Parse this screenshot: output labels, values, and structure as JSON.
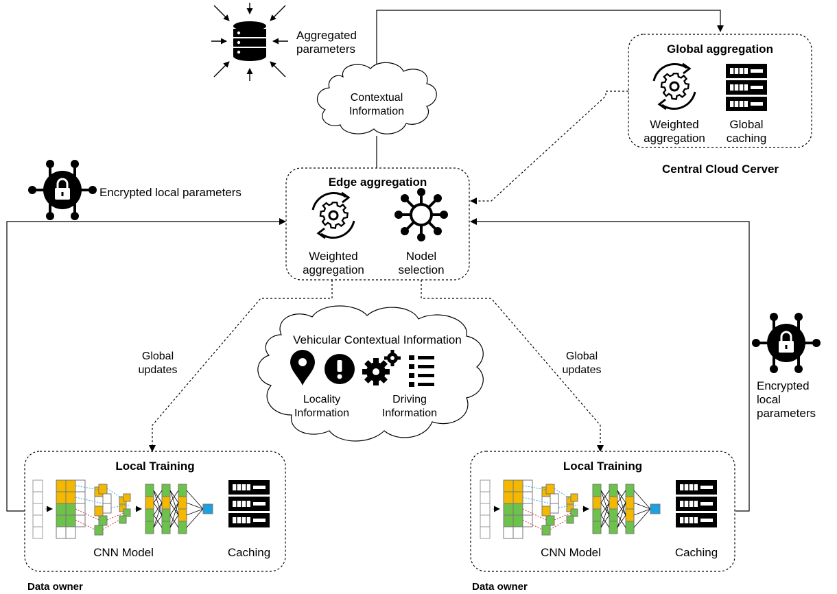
{
  "aggregated_parameters": "Aggregated\nparameters",
  "contextual_information": "Contextual\nInformation",
  "cloud": {
    "title": "Global aggregation",
    "weighted": "Weighted\naggregation",
    "caching": "Global\ncaching",
    "server_label": "Central Cloud Cerver"
  },
  "edge": {
    "title": "Edge aggregation",
    "weighted": "Weighted\naggregation",
    "node_selection": "Nodel\nselection"
  },
  "encrypted_left": "Encrypted local parameters",
  "encrypted_right": "Encrypted\nlocal\nparameters",
  "global_updates_left": "Global\nupdates",
  "global_updates_right": "Global\nupdates",
  "vehicular": {
    "title": "Vehicular Contextual Information",
    "locality": "Locality\nInformation",
    "driving": "Driving\nInformation"
  },
  "left_owner": {
    "title": "Local Training",
    "cnn": "CNN Model",
    "caching": "Caching",
    "owner": "Data owner"
  },
  "right_owner": {
    "title": "Local Training",
    "cnn": "CNN Model",
    "caching": "Caching",
    "owner": "Data owner"
  },
  "colors": {
    "yellow": "#F5B800",
    "green": "#6CC24A",
    "blue": "#1BA1E2",
    "dot_blue": "#2AA8E0",
    "dot_red": "#E03030"
  }
}
